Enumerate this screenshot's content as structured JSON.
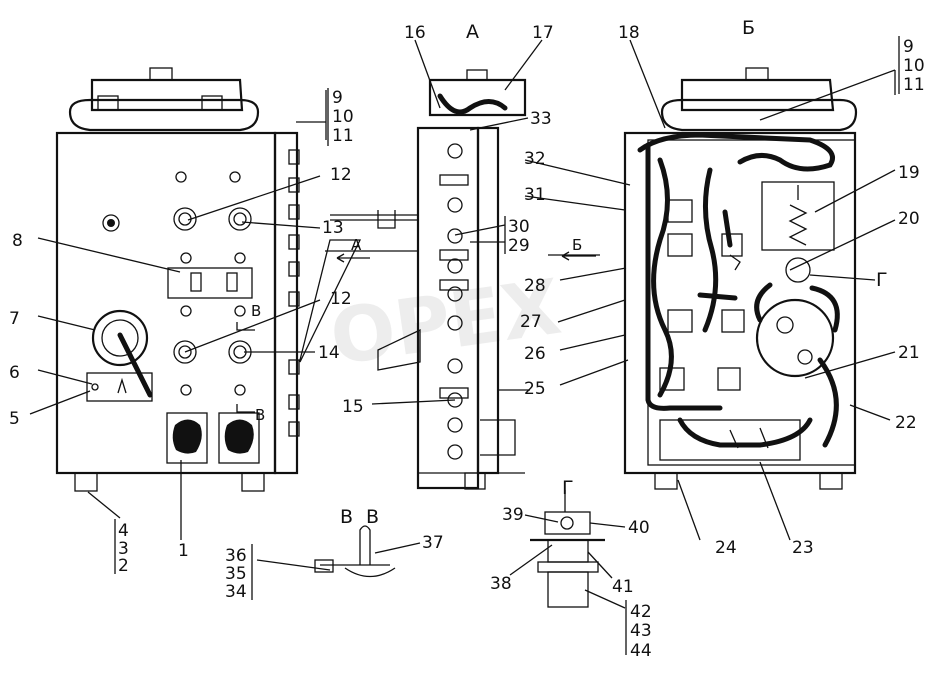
{
  "views": {
    "a": "А",
    "b": "Б",
    "v1": "В",
    "v2": "В",
    "v3": "В",
    "v4": "В",
    "g": "Г",
    "g_detail": "Г",
    "arrow_a": "А",
    "arrow_b": "Б"
  },
  "callouts": {
    "c1": "1",
    "c2": "2",
    "c3": "3",
    "c4": "4",
    "c5": "5",
    "c6": "6",
    "c7": "7",
    "c8": "8",
    "c9a": "9",
    "c10a": "10",
    "c11a": "11",
    "c12a": "12",
    "c12b": "12",
    "c13": "13",
    "c14": "14",
    "c15": "15",
    "c16": "16",
    "c17": "17",
    "c18": "18",
    "c9b": "9",
    "c10b": "10",
    "c11b": "11",
    "c19": "19",
    "c20": "20",
    "c21": "21",
    "c22": "22",
    "c23": "23",
    "c24": "24",
    "c25": "25",
    "c26": "26",
    "c27": "27",
    "c28": "28",
    "c29": "29",
    "c30": "30",
    "c31": "31",
    "c32": "32",
    "c33": "33",
    "c34": "34",
    "c35": "35",
    "c36": "36",
    "c37": "37",
    "c38": "38",
    "c39": "39",
    "c40": "40",
    "c41": "41",
    "c42": "42",
    "c43": "43",
    "c44": "44"
  },
  "watermark": "OPEX"
}
